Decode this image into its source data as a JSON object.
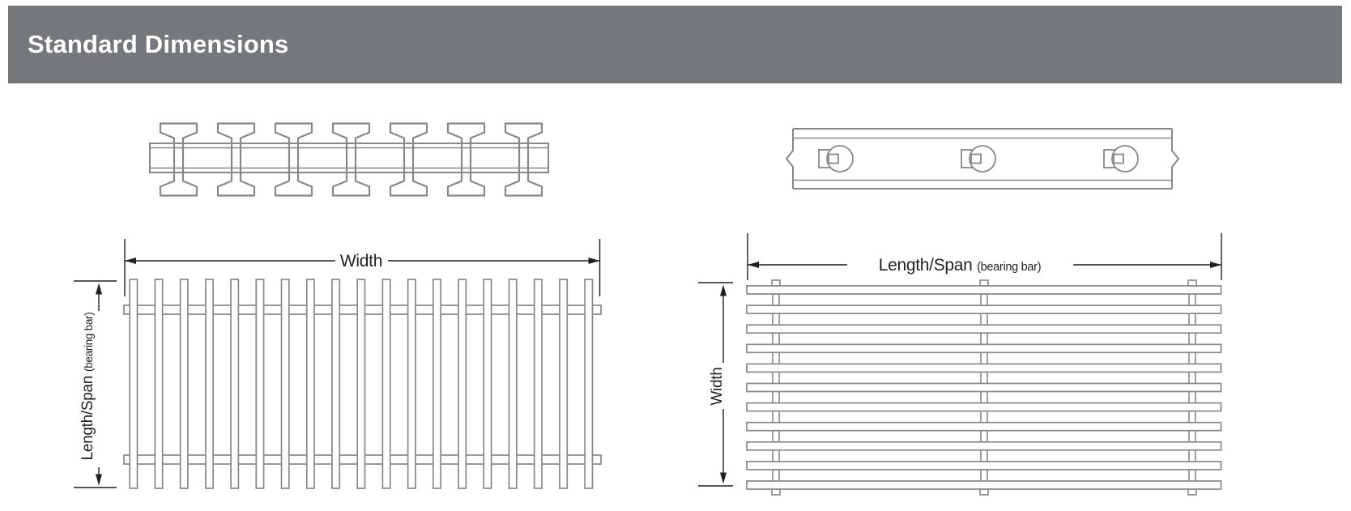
{
  "header": {
    "title": "Standard Dimensions"
  },
  "colors": {
    "header_bg": "#75787b",
    "header_text": "#ffffff",
    "line": "#868889",
    "dim": "#231f20",
    "fill": "#ffffff"
  },
  "diagrams": {
    "ibar_section": {
      "description": "I-bar cross-section with cross rod",
      "i_bars": 7,
      "cross_rods": 1
    },
    "side_view": {
      "description": "bearing bar side view with cross-rod welds",
      "weld_points": 3
    },
    "plan_left": {
      "bearing_bars": 19,
      "cross_rods": 2,
      "h_dim_label": "Width",
      "v_dim_label": "Length/Span",
      "v_dim_sublabel": "(bearing bar)"
    },
    "plan_right": {
      "bearing_bars": 11,
      "cross_rods": 3,
      "h_dim_label": "Length/Span",
      "h_dim_sublabel": "(bearing bar)",
      "v_dim_label": "Width"
    }
  }
}
